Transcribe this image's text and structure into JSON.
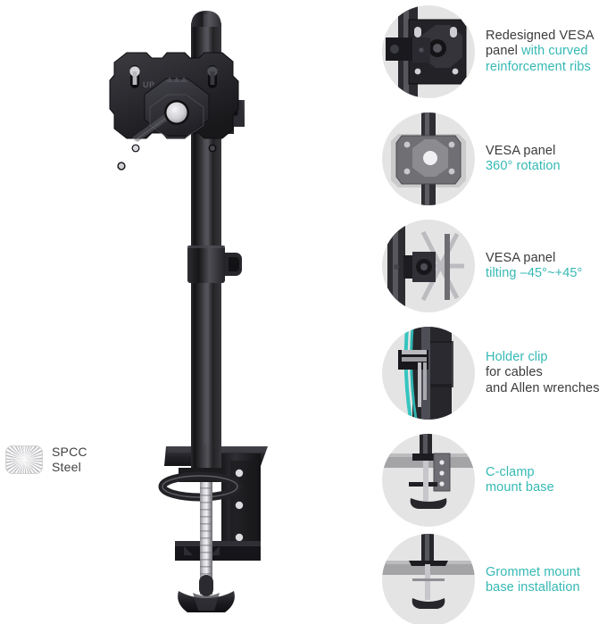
{
  "material": {
    "swatch_icon": "brushed-metal-swatch",
    "line1": "SPCC",
    "line2": "Steel"
  },
  "colors": {
    "accent_teal": "#35b9b5",
    "text_dark": "#3b3b3d",
    "thumb_background": "#e4e4e4",
    "page_background": "#ffffff",
    "product_black": "#1c1c1e"
  },
  "features": [
    {
      "icon": "vesa-panel-closeup-icon",
      "lines": [
        [
          {
            "t": "Redesigned VESA",
            "c": "plain"
          }
        ],
        [
          {
            "t": "panel ",
            "c": "plain"
          },
          {
            "t": "with curved",
            "c": "accent"
          }
        ],
        [
          {
            "t": "reinforcement ribs",
            "c": "accent"
          }
        ]
      ]
    },
    {
      "icon": "vesa-rotation-icon",
      "lines": [
        [
          {
            "t": "VESA panel",
            "c": "plain"
          }
        ],
        [
          {
            "t": "360° rotation",
            "c": "accent"
          }
        ]
      ]
    },
    {
      "icon": "vesa-tilt-icon",
      "lines": [
        [
          {
            "t": "VESA panel",
            "c": "plain"
          }
        ],
        [
          {
            "t": "tilting –45°~+45°",
            "c": "accent"
          }
        ]
      ]
    },
    {
      "icon": "cable-holder-clip-icon",
      "lines": [
        [
          {
            "t": "Holder clip",
            "c": "accent"
          }
        ],
        [
          {
            "t": "for cables",
            "c": "plain"
          }
        ],
        [
          {
            "t": "and Allen wrenches",
            "c": "plain"
          }
        ]
      ]
    },
    {
      "icon": "c-clamp-base-icon",
      "lines": [
        [
          {
            "t": "C-clamp",
            "c": "accent"
          }
        ],
        [
          {
            "t": "mount base",
            "c": "accent"
          }
        ]
      ]
    },
    {
      "icon": "grommet-base-icon",
      "lines": [
        [
          {
            "t": "Grommet mount",
            "c": "accent"
          }
        ],
        [
          {
            "t": "base installation",
            "c": "accent"
          }
        ]
      ]
    }
  ],
  "product": {
    "name": "single-monitor-desk-mount",
    "vesa_plate_marking": "UP"
  }
}
